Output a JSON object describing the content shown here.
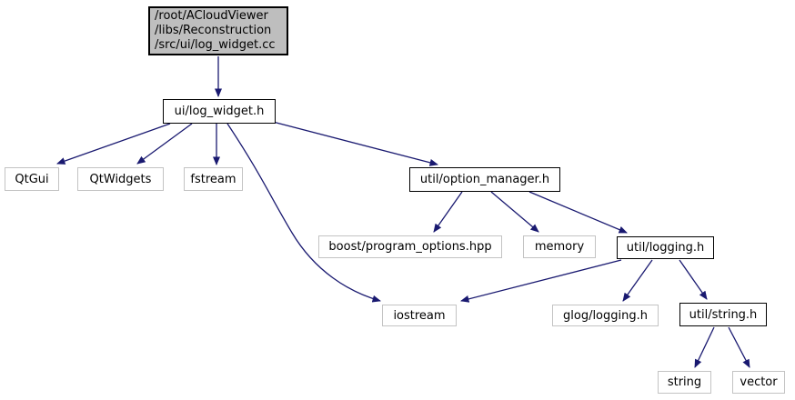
{
  "diagram": {
    "kind": "include-dependency-graph"
  },
  "colors": {
    "edge": "#191970",
    "root-fill": "#bebebe",
    "linked-border": "#000000",
    "leaf-border": "#c3c3c3",
    "background": "#ffffff"
  },
  "graph": {
    "nodes": {
      "root": {
        "label_lines": [
          "/root/ACloudViewer",
          "/libs/Reconstruction",
          "/src/ui/log_widget.cc"
        ],
        "type": "root"
      },
      "log_widget": {
        "label": "ui/log_widget.h",
        "type": "linked"
      },
      "qtgui": {
        "label": "QtGui",
        "type": "leaf"
      },
      "qtwidgets": {
        "label": "QtWidgets",
        "type": "leaf"
      },
      "fstream": {
        "label": "fstream",
        "type": "leaf"
      },
      "option_manager": {
        "label": "util/option_manager.h",
        "type": "linked"
      },
      "boost_program_options": {
        "label": "boost/program_options.hpp",
        "type": "leaf"
      },
      "memory": {
        "label": "memory",
        "type": "leaf"
      },
      "logging": {
        "label": "util/logging.h",
        "type": "linked"
      },
      "iostream": {
        "label": "iostream",
        "type": "leaf"
      },
      "glog_logging": {
        "label": "glog/logging.h",
        "type": "leaf"
      },
      "util_string": {
        "label": "util/string.h",
        "type": "linked"
      },
      "string": {
        "label": "string",
        "type": "leaf"
      },
      "vector": {
        "label": "vector",
        "type": "leaf"
      }
    },
    "edges": [
      {
        "from": "root",
        "to": "log_widget"
      },
      {
        "from": "log_widget",
        "to": "qtgui"
      },
      {
        "from": "log_widget",
        "to": "qtwidgets"
      },
      {
        "from": "log_widget",
        "to": "fstream"
      },
      {
        "from": "log_widget",
        "to": "option_manager"
      },
      {
        "from": "log_widget",
        "to": "iostream"
      },
      {
        "from": "option_manager",
        "to": "boost_program_options"
      },
      {
        "from": "option_manager",
        "to": "memory"
      },
      {
        "from": "option_manager",
        "to": "logging"
      },
      {
        "from": "logging",
        "to": "iostream"
      },
      {
        "from": "logging",
        "to": "glog_logging"
      },
      {
        "from": "logging",
        "to": "util_string"
      },
      {
        "from": "util_string",
        "to": "string"
      },
      {
        "from": "util_string",
        "to": "vector"
      }
    ]
  }
}
